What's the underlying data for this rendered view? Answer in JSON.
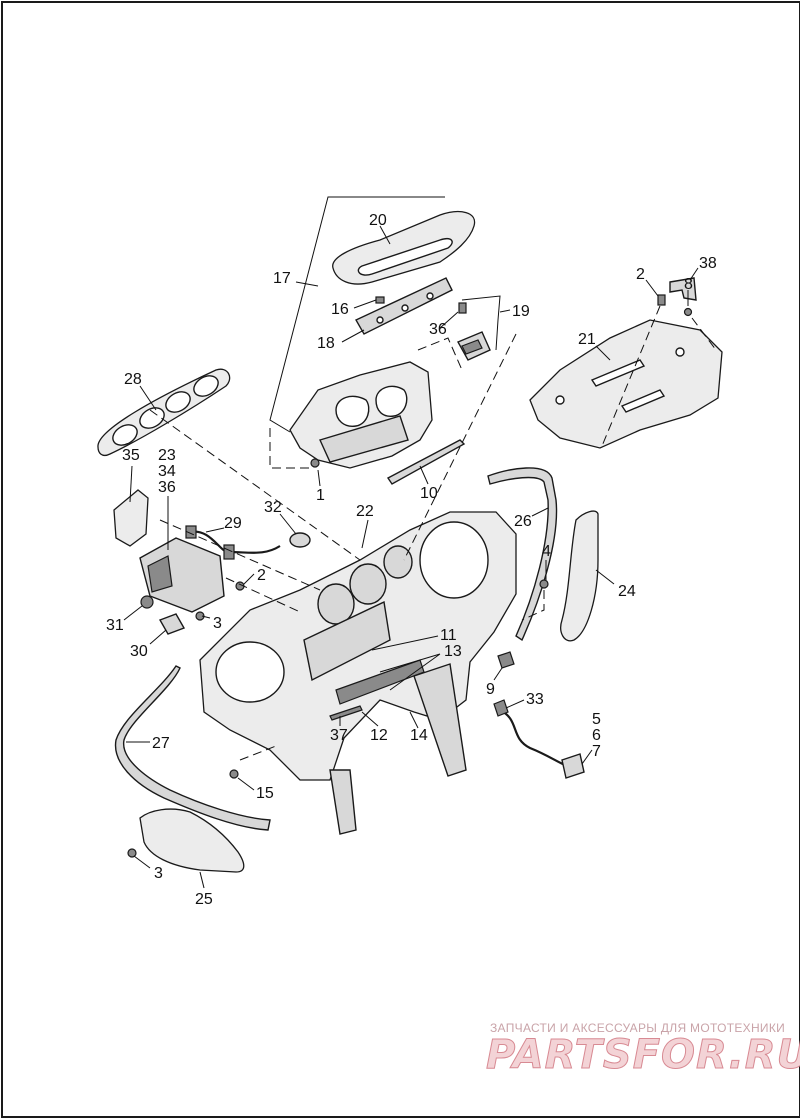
{
  "callouts": [
    {
      "id": "c20",
      "text": "20"
    },
    {
      "id": "c17",
      "text": "17"
    },
    {
      "id": "c16",
      "text": "16"
    },
    {
      "id": "c18",
      "text": "18"
    },
    {
      "id": "c36a",
      "text": "36"
    },
    {
      "id": "c19",
      "text": "19"
    },
    {
      "id": "c2a",
      "text": "2"
    },
    {
      "id": "c8",
      "text": "8"
    },
    {
      "id": "c38",
      "text": "38"
    },
    {
      "id": "c21",
      "text": "21"
    },
    {
      "id": "c28",
      "text": "28"
    },
    {
      "id": "c35",
      "text": "35"
    },
    {
      "id": "c23",
      "text": "23"
    },
    {
      "id": "c34",
      "text": "34"
    },
    {
      "id": "c36b",
      "text": "36"
    },
    {
      "id": "c29",
      "text": "29"
    },
    {
      "id": "c32",
      "text": "32"
    },
    {
      "id": "c22",
      "text": "22"
    },
    {
      "id": "c1",
      "text": "1"
    },
    {
      "id": "c10",
      "text": "10"
    },
    {
      "id": "c26",
      "text": "26"
    },
    {
      "id": "c4",
      "text": "4"
    },
    {
      "id": "c24",
      "text": "24"
    },
    {
      "id": "c2b",
      "text": "2"
    },
    {
      "id": "c3a",
      "text": "3"
    },
    {
      "id": "c31",
      "text": "31"
    },
    {
      "id": "c30",
      "text": "30"
    },
    {
      "id": "c11",
      "text": "11"
    },
    {
      "id": "c13",
      "text": "13"
    },
    {
      "id": "c9",
      "text": "9"
    },
    {
      "id": "c33",
      "text": "33"
    },
    {
      "id": "c5",
      "text": "5"
    },
    {
      "id": "c6",
      "text": "6"
    },
    {
      "id": "c7",
      "text": "7"
    },
    {
      "id": "c27",
      "text": "27"
    },
    {
      "id": "c37",
      "text": "37"
    },
    {
      "id": "c12",
      "text": "12"
    },
    {
      "id": "c14",
      "text": "14"
    },
    {
      "id": "c15",
      "text": "15"
    },
    {
      "id": "c3b",
      "text": "3"
    },
    {
      "id": "c25",
      "text": "25"
    }
  ],
  "watermark": {
    "tagline": "ЗАПЧАСТИ И АКСЕССУАРЫ ДЛЯ МОТОТЕХНИКИ",
    "logo": "PARTSFOR.RU"
  }
}
